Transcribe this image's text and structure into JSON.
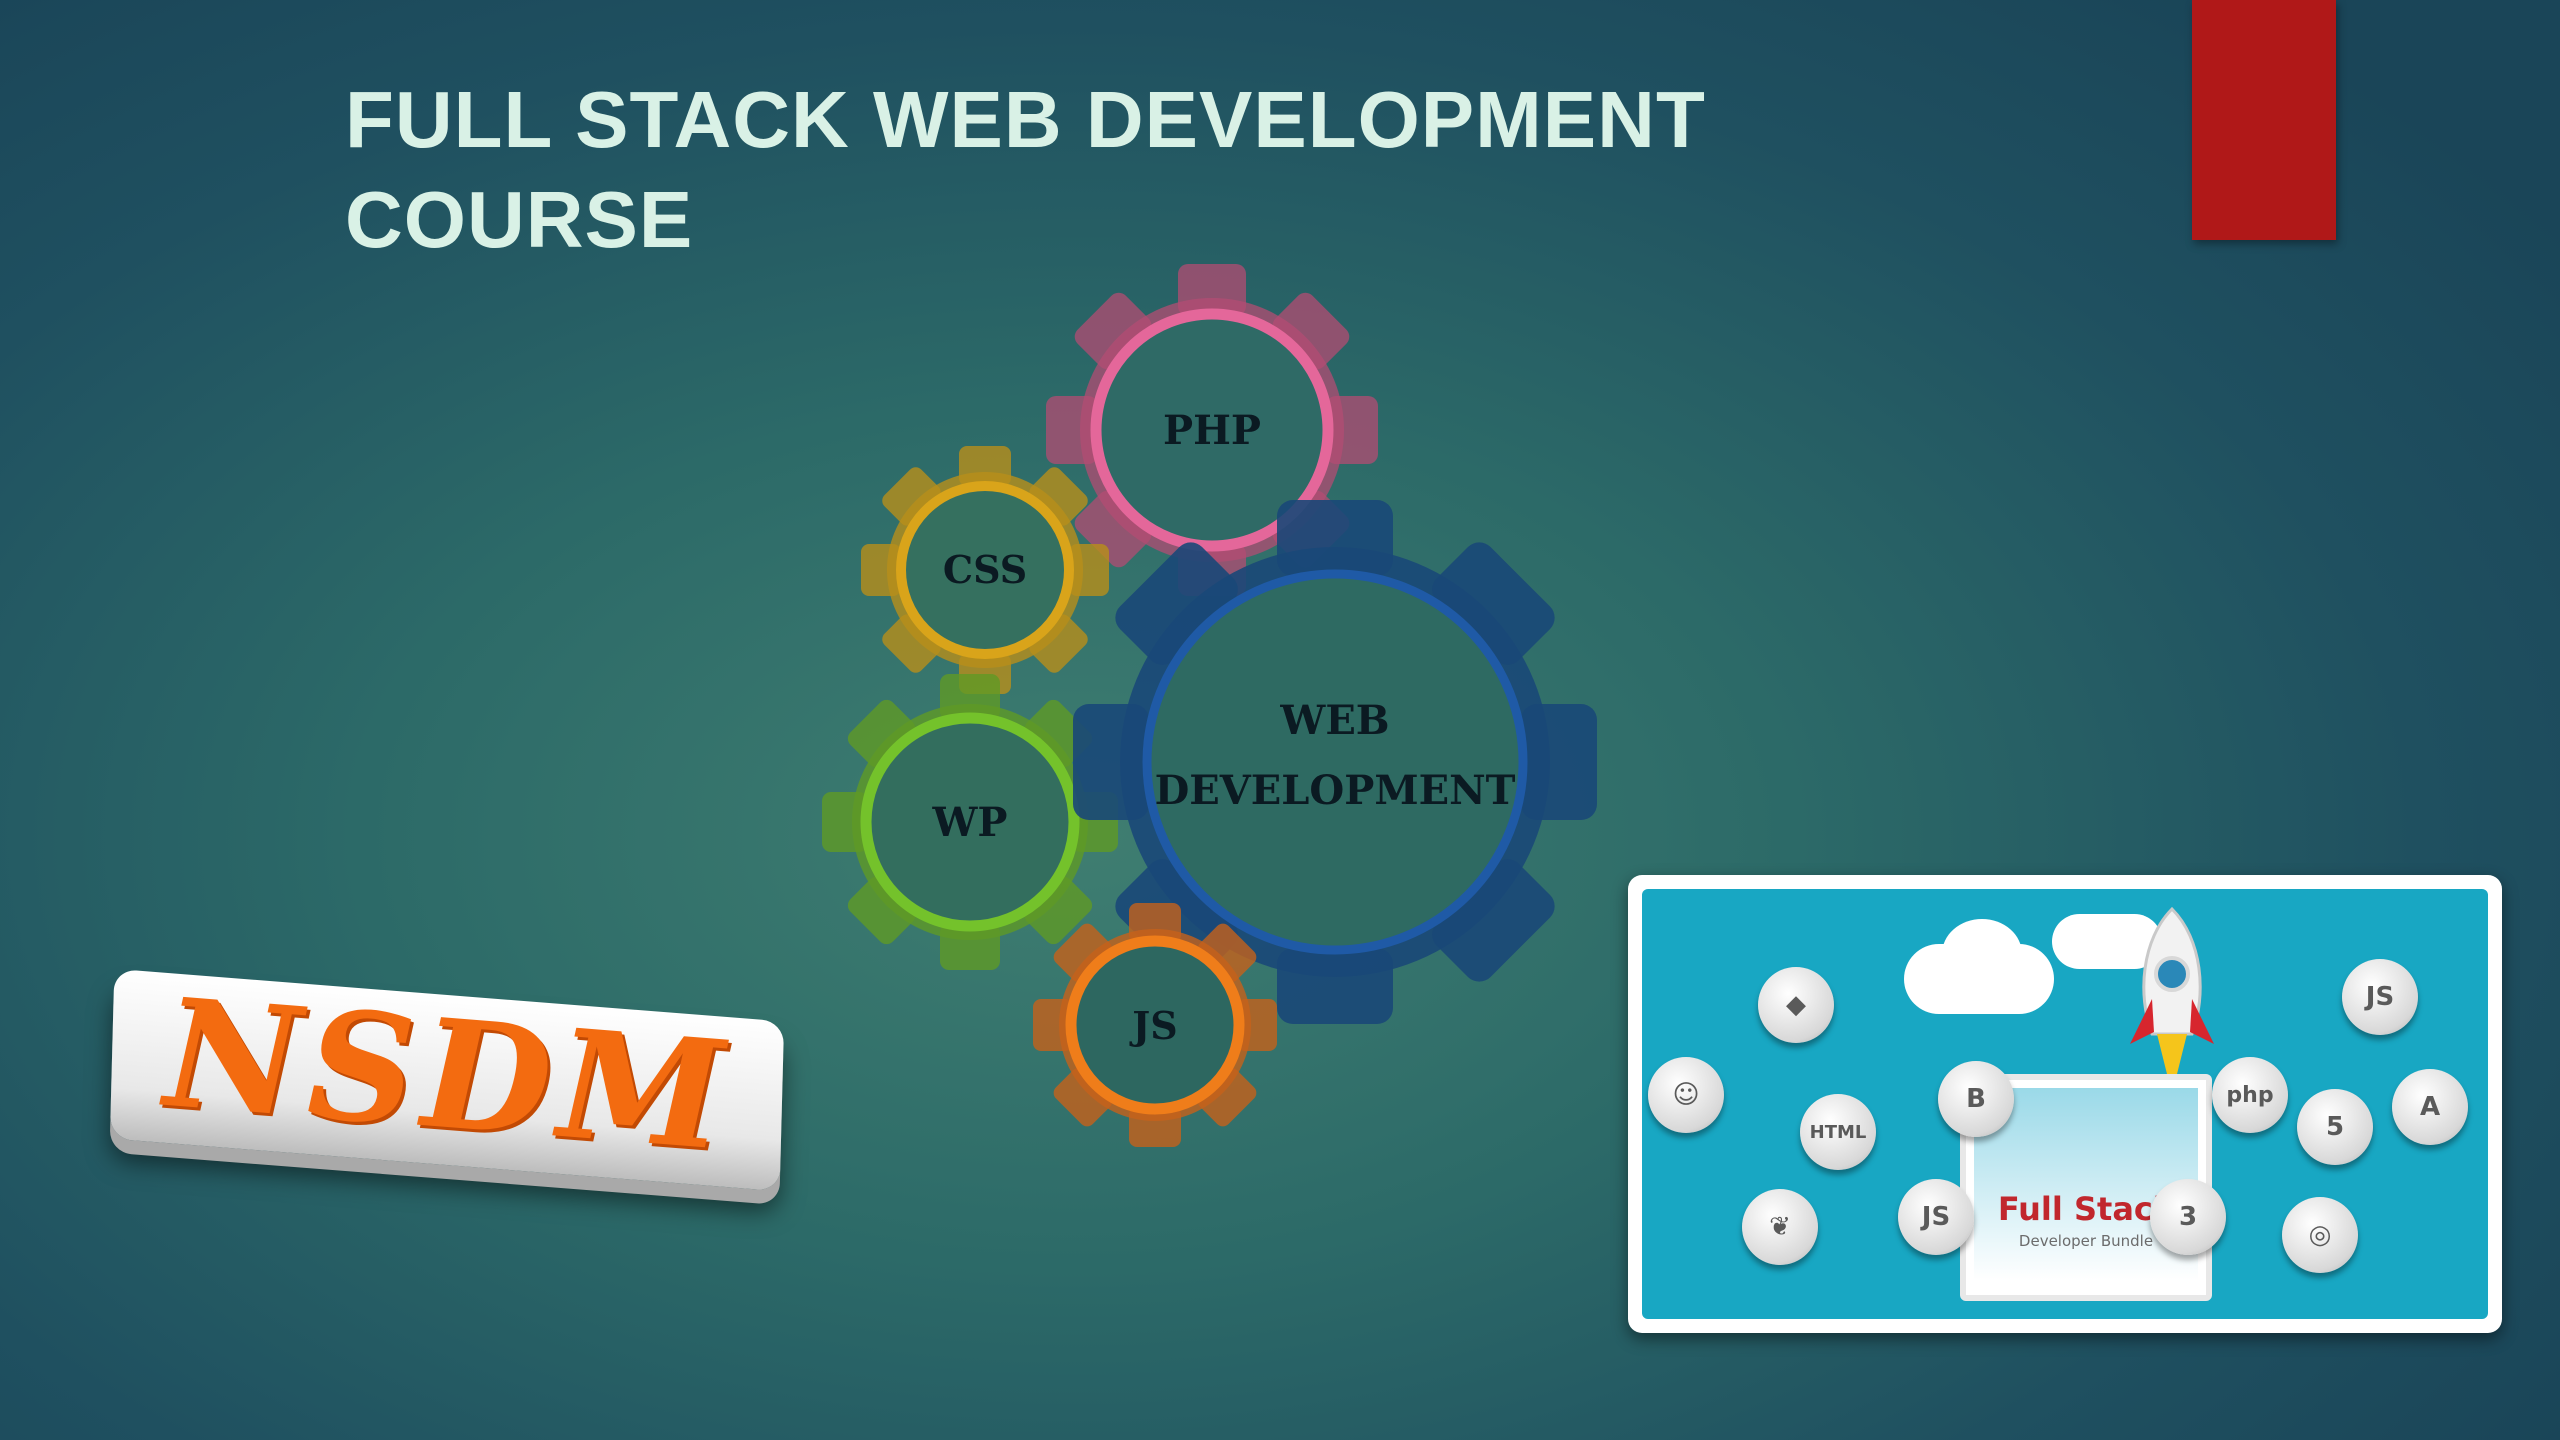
{
  "slide": {
    "title_line1": "FULL STACK WEB DEVELOPMENT",
    "title_line2": "COURSE"
  },
  "gears": {
    "center": {
      "line1": "WEB",
      "line2": "DEVELOPMENT",
      "color": "#1c4f8a"
    },
    "php": {
      "label": "PHP",
      "color": "#e4679a"
    },
    "css": {
      "label": "CSS",
      "color": "#d9a41a"
    },
    "wp": {
      "label": "WP",
      "color": "#74c22b"
    },
    "js": {
      "label": "JS",
      "color": "#ef7d1a"
    }
  },
  "logo": {
    "text": "NSDM",
    "color": "#f36b10"
  },
  "bundle": {
    "title": "Full Stack",
    "subtitle": "Developer Bundle",
    "badges": [
      "git-icon",
      "grunt-icon",
      "html-icon",
      "mongodb-icon",
      "jquery-icon",
      "bootstrap-icon",
      "php-icon",
      "nodejs-icon",
      "angular-icon",
      "html5-icon",
      "css3-icon",
      "javascript-icon"
    ]
  },
  "colors": {
    "accent_red": "#b01818",
    "title_text": "#d9f1e6"
  }
}
